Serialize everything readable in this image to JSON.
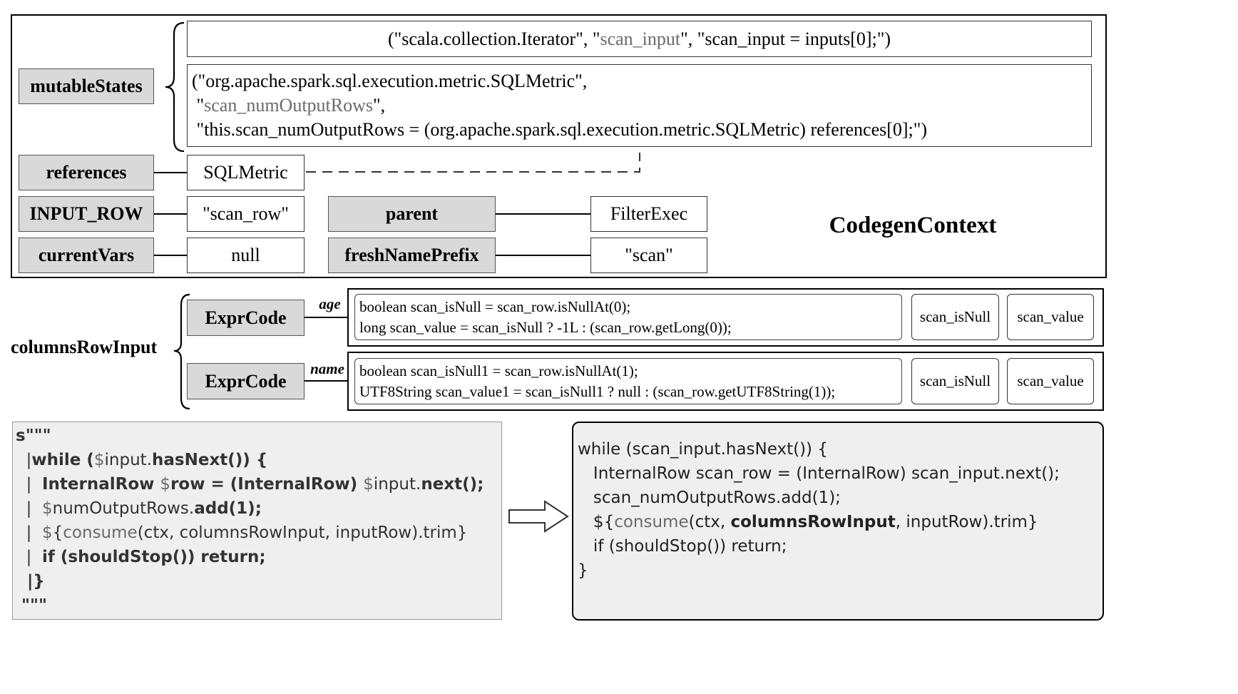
{
  "codegen": {
    "title": "CodegenContext",
    "mutable_states_label": "mutableStates",
    "references_label": "references",
    "input_row_label": "INPUT_ROW",
    "current_vars_label": "currentVars",
    "parent_label": "parent",
    "fresh_name_prefix_label": "freshNamePrefix",
    "state1": {
      "part1": "(\"scala.collection.Iterator\", \"",
      "part2": "scan_input",
      "part3": "\", \"scan_input = inputs[0];\")"
    },
    "state2": {
      "line1": "(\"org.apache.spark.sql.execution.metric.SQLMetric\",",
      "line2_pre": " \"",
      "line2_gray": "scan_numOutputRows",
      "line2_post": "\",",
      "line3": " \"this.scan_numOutputRows = (org.apache.spark.sql.execution.metric.SQLMetric) references[0];\")"
    },
    "references_value": "SQLMetric",
    "input_row_value": "\"scan_row\"",
    "current_vars_value": "null",
    "parent_value": "FilterExec",
    "fresh_name_prefix_value": "\"scan\""
  },
  "columns": {
    "label": "columnsRowInput",
    "rows": [
      {
        "box_label": "ExprCode",
        "edge_label": "age",
        "code_line1": "boolean scan_isNull = scan_row.isNullAt(0);",
        "code_line2": "long scan_value = scan_isNull ? -1L : (scan_row.getLong(0));",
        "is_null": "scan_isNull",
        "value": "scan_value"
      },
      {
        "box_label": "ExprCode",
        "edge_label": "name",
        "code_line1": "boolean scan_isNull1 = scan_row.isNullAt(1);",
        "code_line2": "UTF8String scan_value1 = scan_isNull1 ? null : (scan_row.getUTF8String(1));",
        "is_null": "scan_isNull",
        "value": "scan_value"
      }
    ]
  },
  "template_code": {
    "l1": "s\"\"\"",
    "l2_a": "  |",
    "l2_b": "while (",
    "l2_c": "$",
    "l2_d": "input.",
    "l2_e": "hasNext()) {",
    "l3_a": "  |  ",
    "l3_b": "InternalRow ",
    "l3_c": "$",
    "l3_d": "row = (InternalRow) ",
    "l3_e": "$",
    "l3_f": "input.",
    "l3_g": "next();",
    "l4_a": "  |  ",
    "l4_b": "$",
    "l4_c": "numOutputRows.",
    "l4_d": "add(1);",
    "l5_a": "  |  ",
    "l5_b": "$",
    "l5_c": "{",
    "l5_d": "consume",
    "l5_e": "(ctx, columnsRowInput, inputRow).trim}",
    "l6_a": "  |  ",
    "l6_b": "if (shouldStop()) return;",
    "l7": "  |}",
    "l8": " \"\"\""
  },
  "generated_code": {
    "l1": "while (scan_input.hasNext()) {",
    "l2": "   InternalRow scan_row = (InternalRow) scan_input.next();",
    "l3": "   scan_numOutputRows.add(1);",
    "l4_a": "   ${",
    "l4_b": "consume",
    "l4_c": "(ctx, ",
    "l4_d": "columnsRowInput",
    "l4_e": ", inputRow).trim}",
    "l5": "   if (shouldStop()) return;",
    "l6": "}"
  },
  "colors": {
    "gray_fill": "#d9d9d9",
    "code_panel": "#efefef",
    "gray_text": "#6a6a6a"
  }
}
